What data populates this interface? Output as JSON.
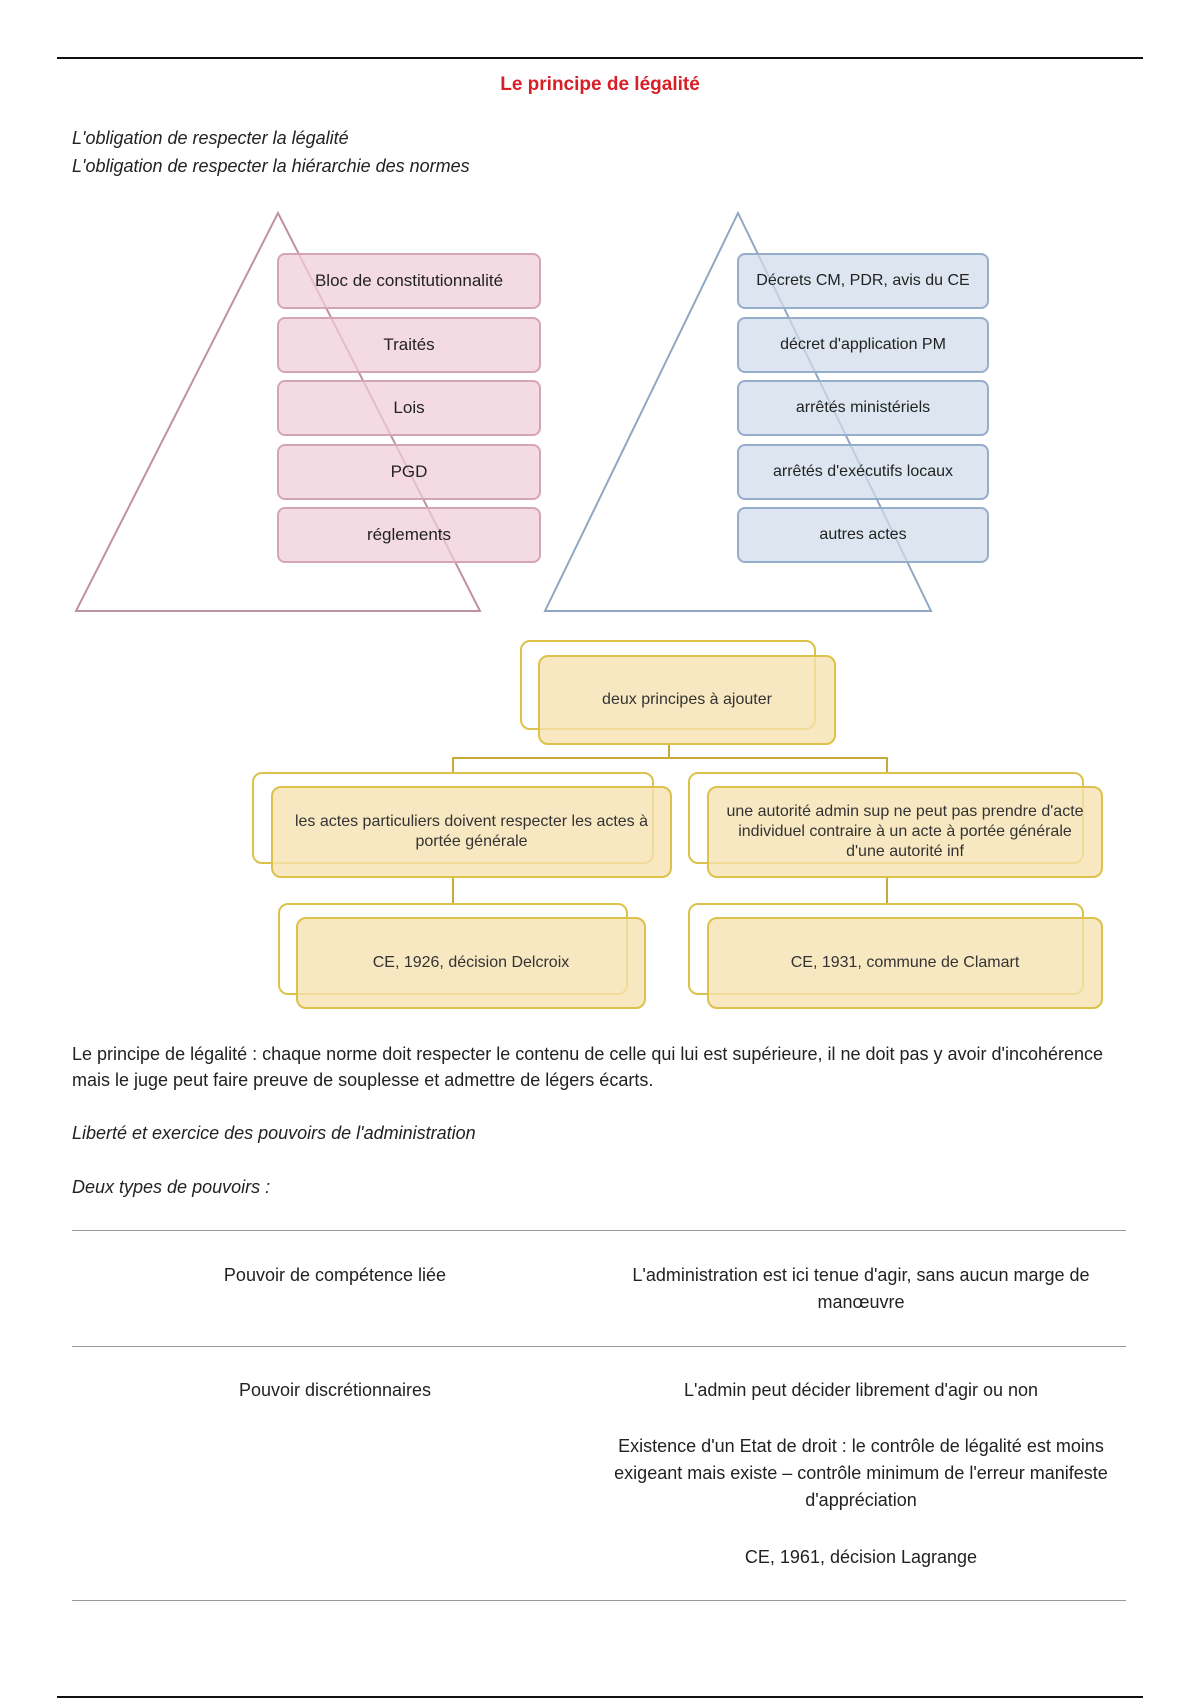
{
  "title": "Le principe de légalité",
  "intro": [
    "L'obligation de respecter la légalité",
    "L'obligation de respecter la hiérarchie des normes"
  ],
  "pyramid_left": [
    "Bloc de constitutionnalité",
    "Traités",
    "Lois",
    "PGD",
    "réglements"
  ],
  "pyramid_right": [
    "Décrets CM, PDR, avis du CE",
    "décret d'application PM",
    "arrêtés ministériels",
    "arrêtés d'exécutifs locaux",
    "autres actes"
  ],
  "chart": {
    "root": "deux principes à ajouter",
    "left_branch": "les actes particuliers doivent respecter les actes à portée générale",
    "left_leaf": "CE, 1926, décision Delcroix",
    "right_branch": "une autorité admin sup ne peut pas prendre d'acte individuel contraire à un acte à portée générale d'une autorité inf",
    "right_leaf": "CE, 1931, commune de Clamart"
  },
  "principle_paragraph": "Le principe de légalité : chaque norme doit respecter le contenu de celle qui lui est supérieure, il ne doit pas y avoir d'incohérence mais le juge peut faire preuve de souplesse et admettre de légers écarts.",
  "section_heading": "Liberté et exercice des pouvoirs de l'administration",
  "types_heading": "Deux types de pouvoirs :",
  "table": {
    "row1": {
      "label": "Pouvoir de compétence liée",
      "desc": "L'administration est ici tenue d'agir, sans aucun marge de manœuvre"
    },
    "row2": {
      "label": "Pouvoir discrétionnaires",
      "desc1": "L'admin peut décider librement d'agir ou non",
      "desc2": "Existence d'un Etat de droit : le contrôle de légalité est moins exigeant mais existe – contrôle minimum de l'erreur manifeste d'appréciation",
      "desc3": "CE, 1961, décision Lagrange"
    }
  }
}
